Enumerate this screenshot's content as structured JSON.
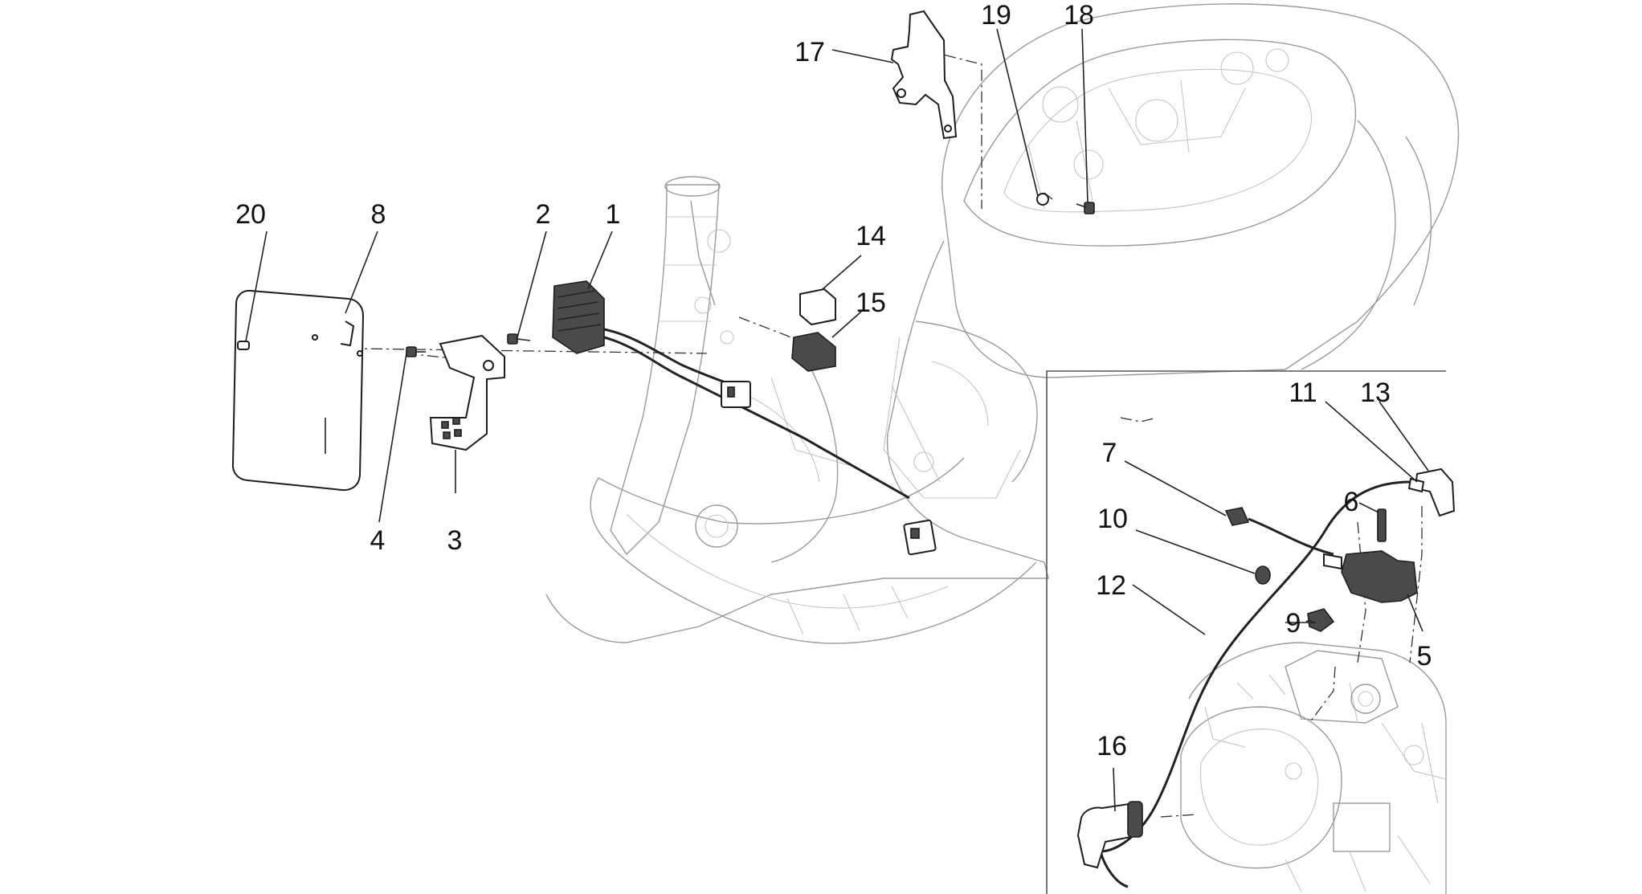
{
  "callouts": [
    {
      "id": "1",
      "label": "1"
    },
    {
      "id": "2",
      "label": "2"
    },
    {
      "id": "3",
      "label": "3"
    },
    {
      "id": "4",
      "label": "4"
    },
    {
      "id": "5",
      "label": "5"
    },
    {
      "id": "6",
      "label": "6"
    },
    {
      "id": "7",
      "label": "7"
    },
    {
      "id": "8",
      "label": "8"
    },
    {
      "id": "9",
      "label": "9"
    },
    {
      "id": "10",
      "label": "10"
    },
    {
      "id": "11",
      "label": "11"
    },
    {
      "id": "12",
      "label": "12"
    },
    {
      "id": "13",
      "label": "13"
    },
    {
      "id": "14",
      "label": "14"
    },
    {
      "id": "15",
      "label": "15"
    },
    {
      "id": "16",
      "label": "16"
    },
    {
      "id": "17",
      "label": "17"
    },
    {
      "id": "18",
      "label": "18"
    },
    {
      "id": "19",
      "label": "19"
    },
    {
      "id": "20",
      "label": "20"
    }
  ],
  "colors": {
    "ink": "#1e1e1e",
    "outline": "#9a9a9a",
    "background": "#ffffff"
  }
}
